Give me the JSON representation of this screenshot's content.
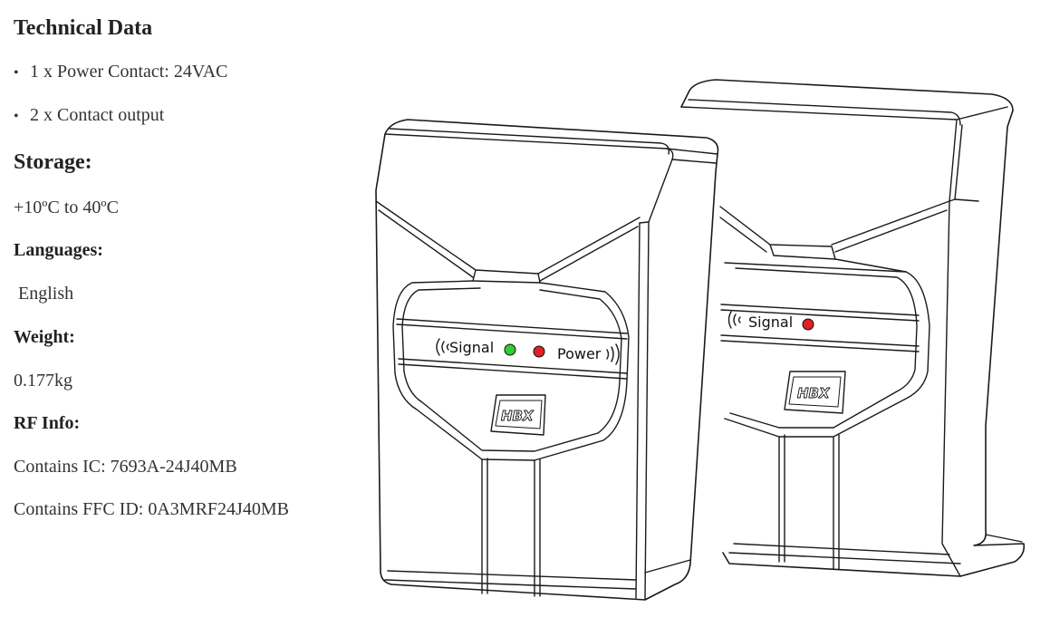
{
  "technical_data": {
    "title": "Technical Data",
    "items": [
      "1 x Power Contact: 24VAC",
      "2 x Contact output"
    ]
  },
  "storage": {
    "heading": "Storage:",
    "value": "+10ºC to 40ºC"
  },
  "languages": {
    "heading": "Languages:",
    "value": "English"
  },
  "weight": {
    "heading": "Weight:",
    "value": "0.177kg"
  },
  "rf_info": {
    "heading": "RF Info:",
    "ic": "Contains IC: 7693A-24J40MB",
    "ffc": "Contains FFC ID: 0A3MRF24J40MB"
  },
  "device_front": {
    "signal_label": "Signal",
    "power_label": "Power",
    "logo": "HBX",
    "led_signal_color": "#33cc33",
    "led_power_color": "#dd2222"
  },
  "device_back": {
    "signal_label": "Signal",
    "logo": "HBX",
    "led_signal_color": "#dd2222"
  }
}
